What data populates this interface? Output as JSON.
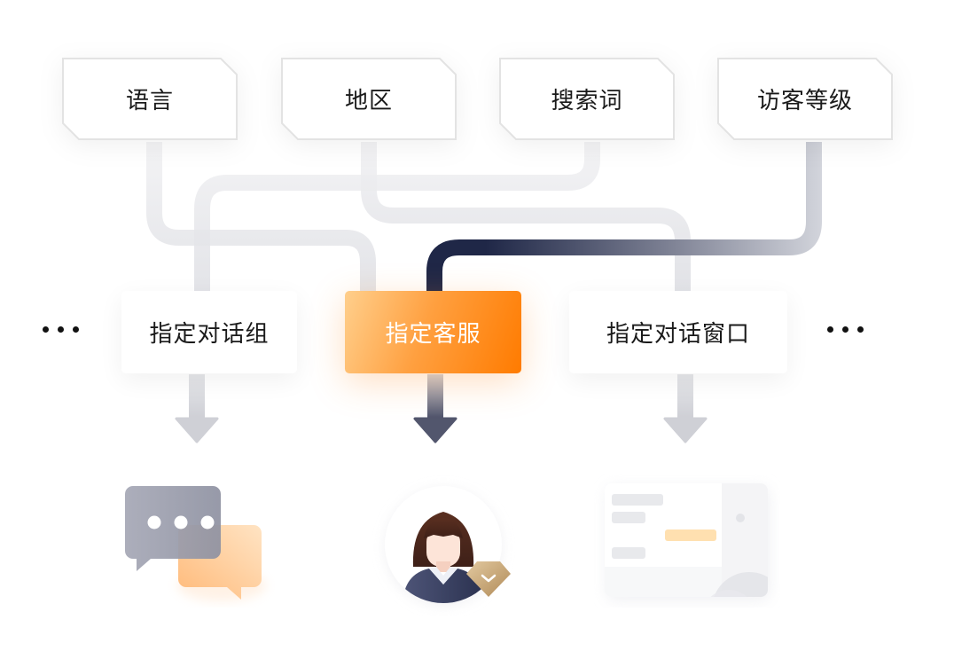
{
  "conditions": [
    {
      "label": "语言"
    },
    {
      "label": "地区"
    },
    {
      "label": "搜索词"
    },
    {
      "label": "访客等级"
    }
  ],
  "actions": [
    {
      "label": "指定对话组",
      "active": false
    },
    {
      "label": "指定客服",
      "active": true
    },
    {
      "label": "指定对话窗口",
      "active": false
    }
  ],
  "more_indicator": "...",
  "targets": [
    {
      "icon": "chat-bubbles-icon"
    },
    {
      "icon": "agent-avatar-icon"
    },
    {
      "icon": "chat-window-icon"
    }
  ],
  "colors": {
    "accent_orange": "#ff7d00",
    "accent_orange_light": "#ffcf8c",
    "active_path": "#1f2747",
    "inactive_path": "#e4e5e9",
    "node_border": "#e3e3e3"
  }
}
